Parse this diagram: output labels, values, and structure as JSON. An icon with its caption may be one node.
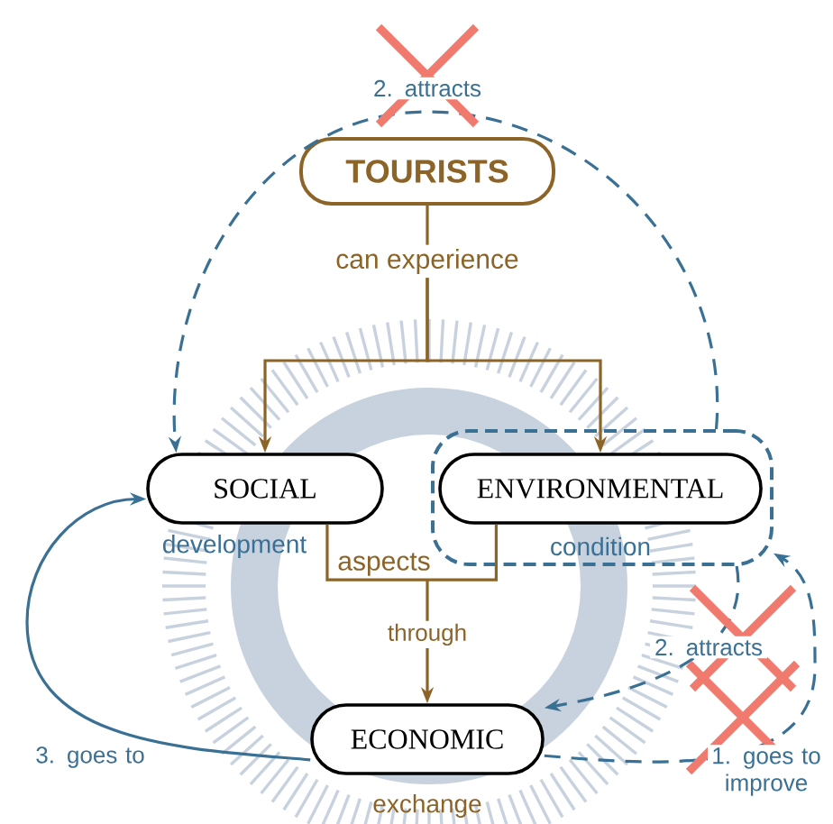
{
  "diagram": {
    "nodes": [
      {
        "text": [
          "TOURISTS"
        ]
      },
      {
        "text": [
          "can experience"
        ]
      },
      {
        "text": [
          "SOCIAL"
        ],
        "beside": [
          "development"
        ]
      },
      {
        "text": [],
        "shape": "box"
      },
      {
        "text": [
          "ENVIRONMENTAL"
        ],
        "beside": [
          "condition"
        ],
        "in": 3
      },
      {
        "text": [
          "aspects"
        ]
      },
      {
        "text": [
          "ECONOMIC"
        ],
        "beside": [
          "exchange"
        ]
      }
    ],
    "edges": [
      {
        "from": 0,
        "to": 1,
        "arrow": "none"
      },
      {
        "from": 1,
        "to": 2,
        "arrow": "to"
      },
      {
        "from": 1,
        "to": 4,
        "arrow": "to"
      },
      {
        "from": 2,
        "to": 5,
        "arrow": "none"
      },
      {
        "from": 4,
        "to": 5,
        "arrow": "none"
      },
      {
        "from": 5,
        "to": 6,
        "arrow": "to",
        "label": "through"
      },
      {
        "from": 3,
        "to": 2,
        "arrow": "to",
        "label": "2. attracts",
        "style": "dashed",
        "color": "#3a7094"
      },
      {
        "from": 3,
        "to": 6,
        "arrow": "to",
        "label": "2. attracts",
        "style": "dashed",
        "color": "#3a7094"
      },
      {
        "from": 6,
        "to": 3,
        "arrow": "to",
        "label": "1. goes to improve",
        "style": "dashed",
        "color": "#3a7094"
      },
      {
        "from": 6,
        "to": 2,
        "arrow": "to",
        "label": "3. goes to",
        "color": "#3a7094"
      }
    ]
  }
}
